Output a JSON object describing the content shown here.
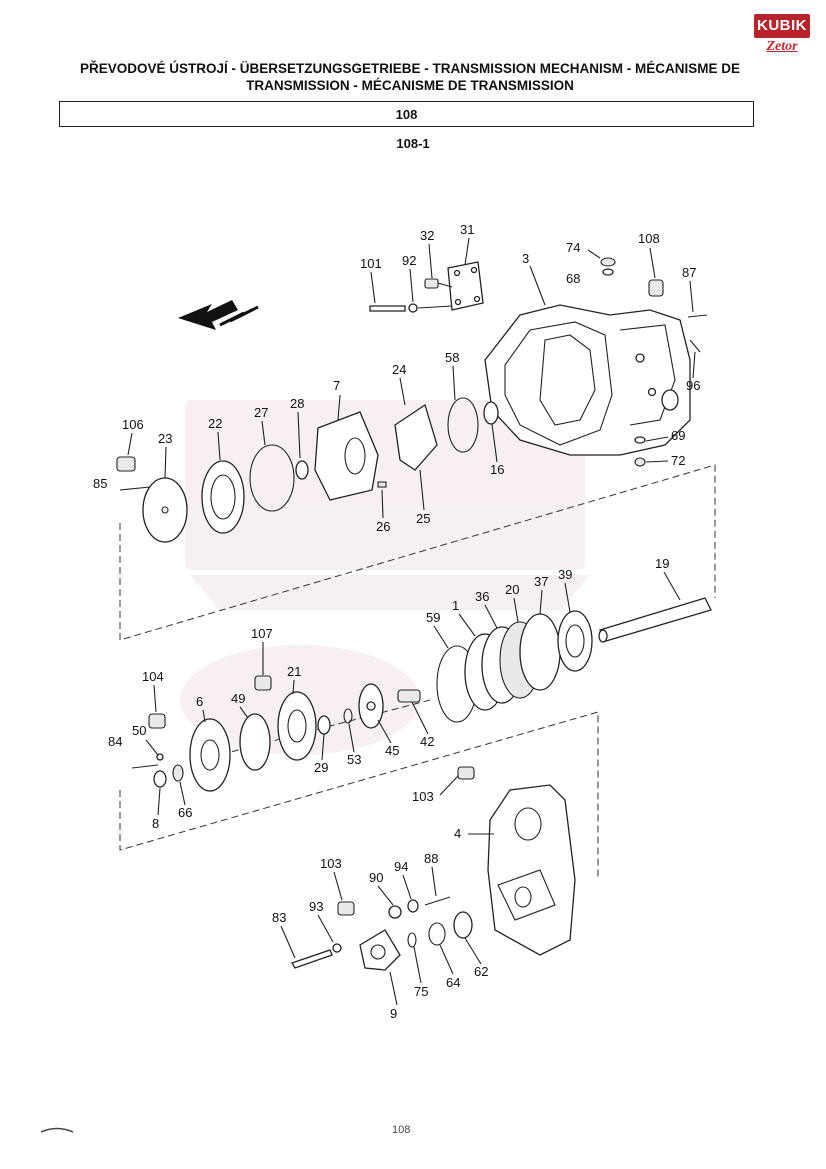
{
  "logo": {
    "top_text": "KUBIK",
    "bottom_text": "Zetor"
  },
  "header": {
    "title_line1": "PŘEVODOVÉ ÚSTROJÍ - ÜBERSETZUNGSGETRIEBE - TRANSMISSION MECHANISM - MÉCANISME DE",
    "title_line2": "TRANSMISSION - MÉCANISME DE TRANSMISSION",
    "section_number": "108",
    "subsection_number": "108-1"
  },
  "diagram": {
    "part_labels": [
      "32",
      "31",
      "101",
      "92",
      "3",
      "74",
      "68",
      "108",
      "87",
      "96",
      "7",
      "24",
      "58",
      "106",
      "22",
      "27",
      "28",
      "23",
      "85",
      "16",
      "69",
      "72",
      "26",
      "25",
      "19",
      "59",
      "1",
      "36",
      "20",
      "37",
      "39",
      "107",
      "21",
      "104",
      "6",
      "49",
      "50",
      "84",
      "29",
      "53",
      "45",
      "42",
      "8",
      "66",
      "103",
      "4",
      "103",
      "90",
      "94",
      "88",
      "83",
      "93",
      "75",
      "64",
      "62",
      "9"
    ]
  },
  "footer": {
    "page_number": "108"
  }
}
